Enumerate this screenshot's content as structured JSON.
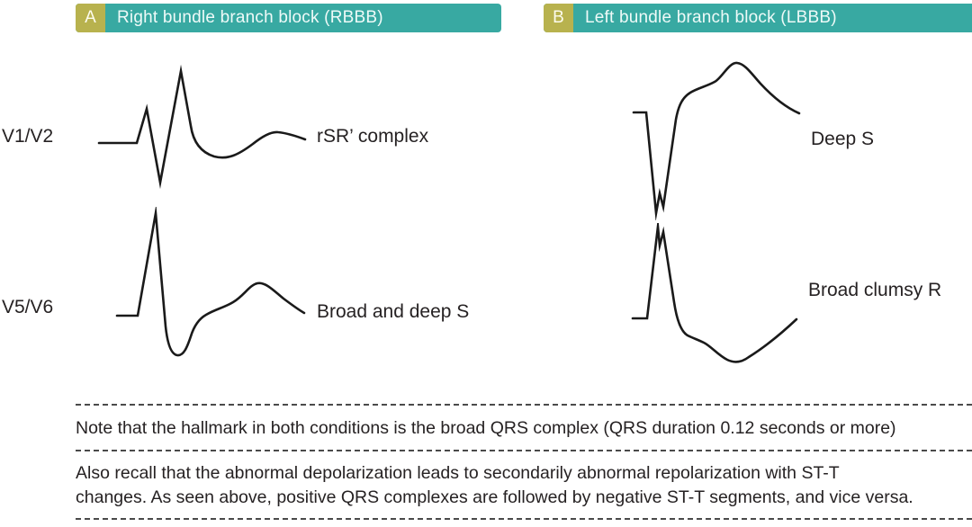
{
  "panels": [
    {
      "badge": "A",
      "title": "Right bundle branch block (RBBB)",
      "waveforms": [
        {
          "lead": "V1/V2",
          "annotation": "rSR’ complex"
        },
        {
          "lead": "V5/V6",
          "annotation": "Broad and deep S"
        }
      ]
    },
    {
      "badge": "B",
      "title": "Left bundle branch block (LBBB)",
      "waveforms": [
        {
          "lead": "V1/V2",
          "annotation": "Deep S"
        },
        {
          "lead": "V5/V6",
          "annotation": "Broad clumsy R"
        }
      ]
    }
  ],
  "lead_labels": [
    "V1/V2",
    "V5/V6"
  ],
  "notes": [
    {
      "lines": [
        "Note that the hallmark in both conditions is the broad QRS complex (QRS duration 0.12 seconds or more)"
      ]
    },
    {
      "lines": [
        "Also recall that the abnormal depolarization leads to secondarily abnormal repolarization with ST-T",
        "changes. As seen above, positive QRS complexes are followed by negative ST-T segments, and vice versa."
      ]
    }
  ],
  "colors": {
    "header_teal": "#38a9a2",
    "badge_olive": "#b8b24e",
    "header_text": "#eefaf8",
    "waveform_stroke": "#1a1a1a",
    "body_text": "#262223",
    "dashed_line": "#4a4a4a"
  }
}
